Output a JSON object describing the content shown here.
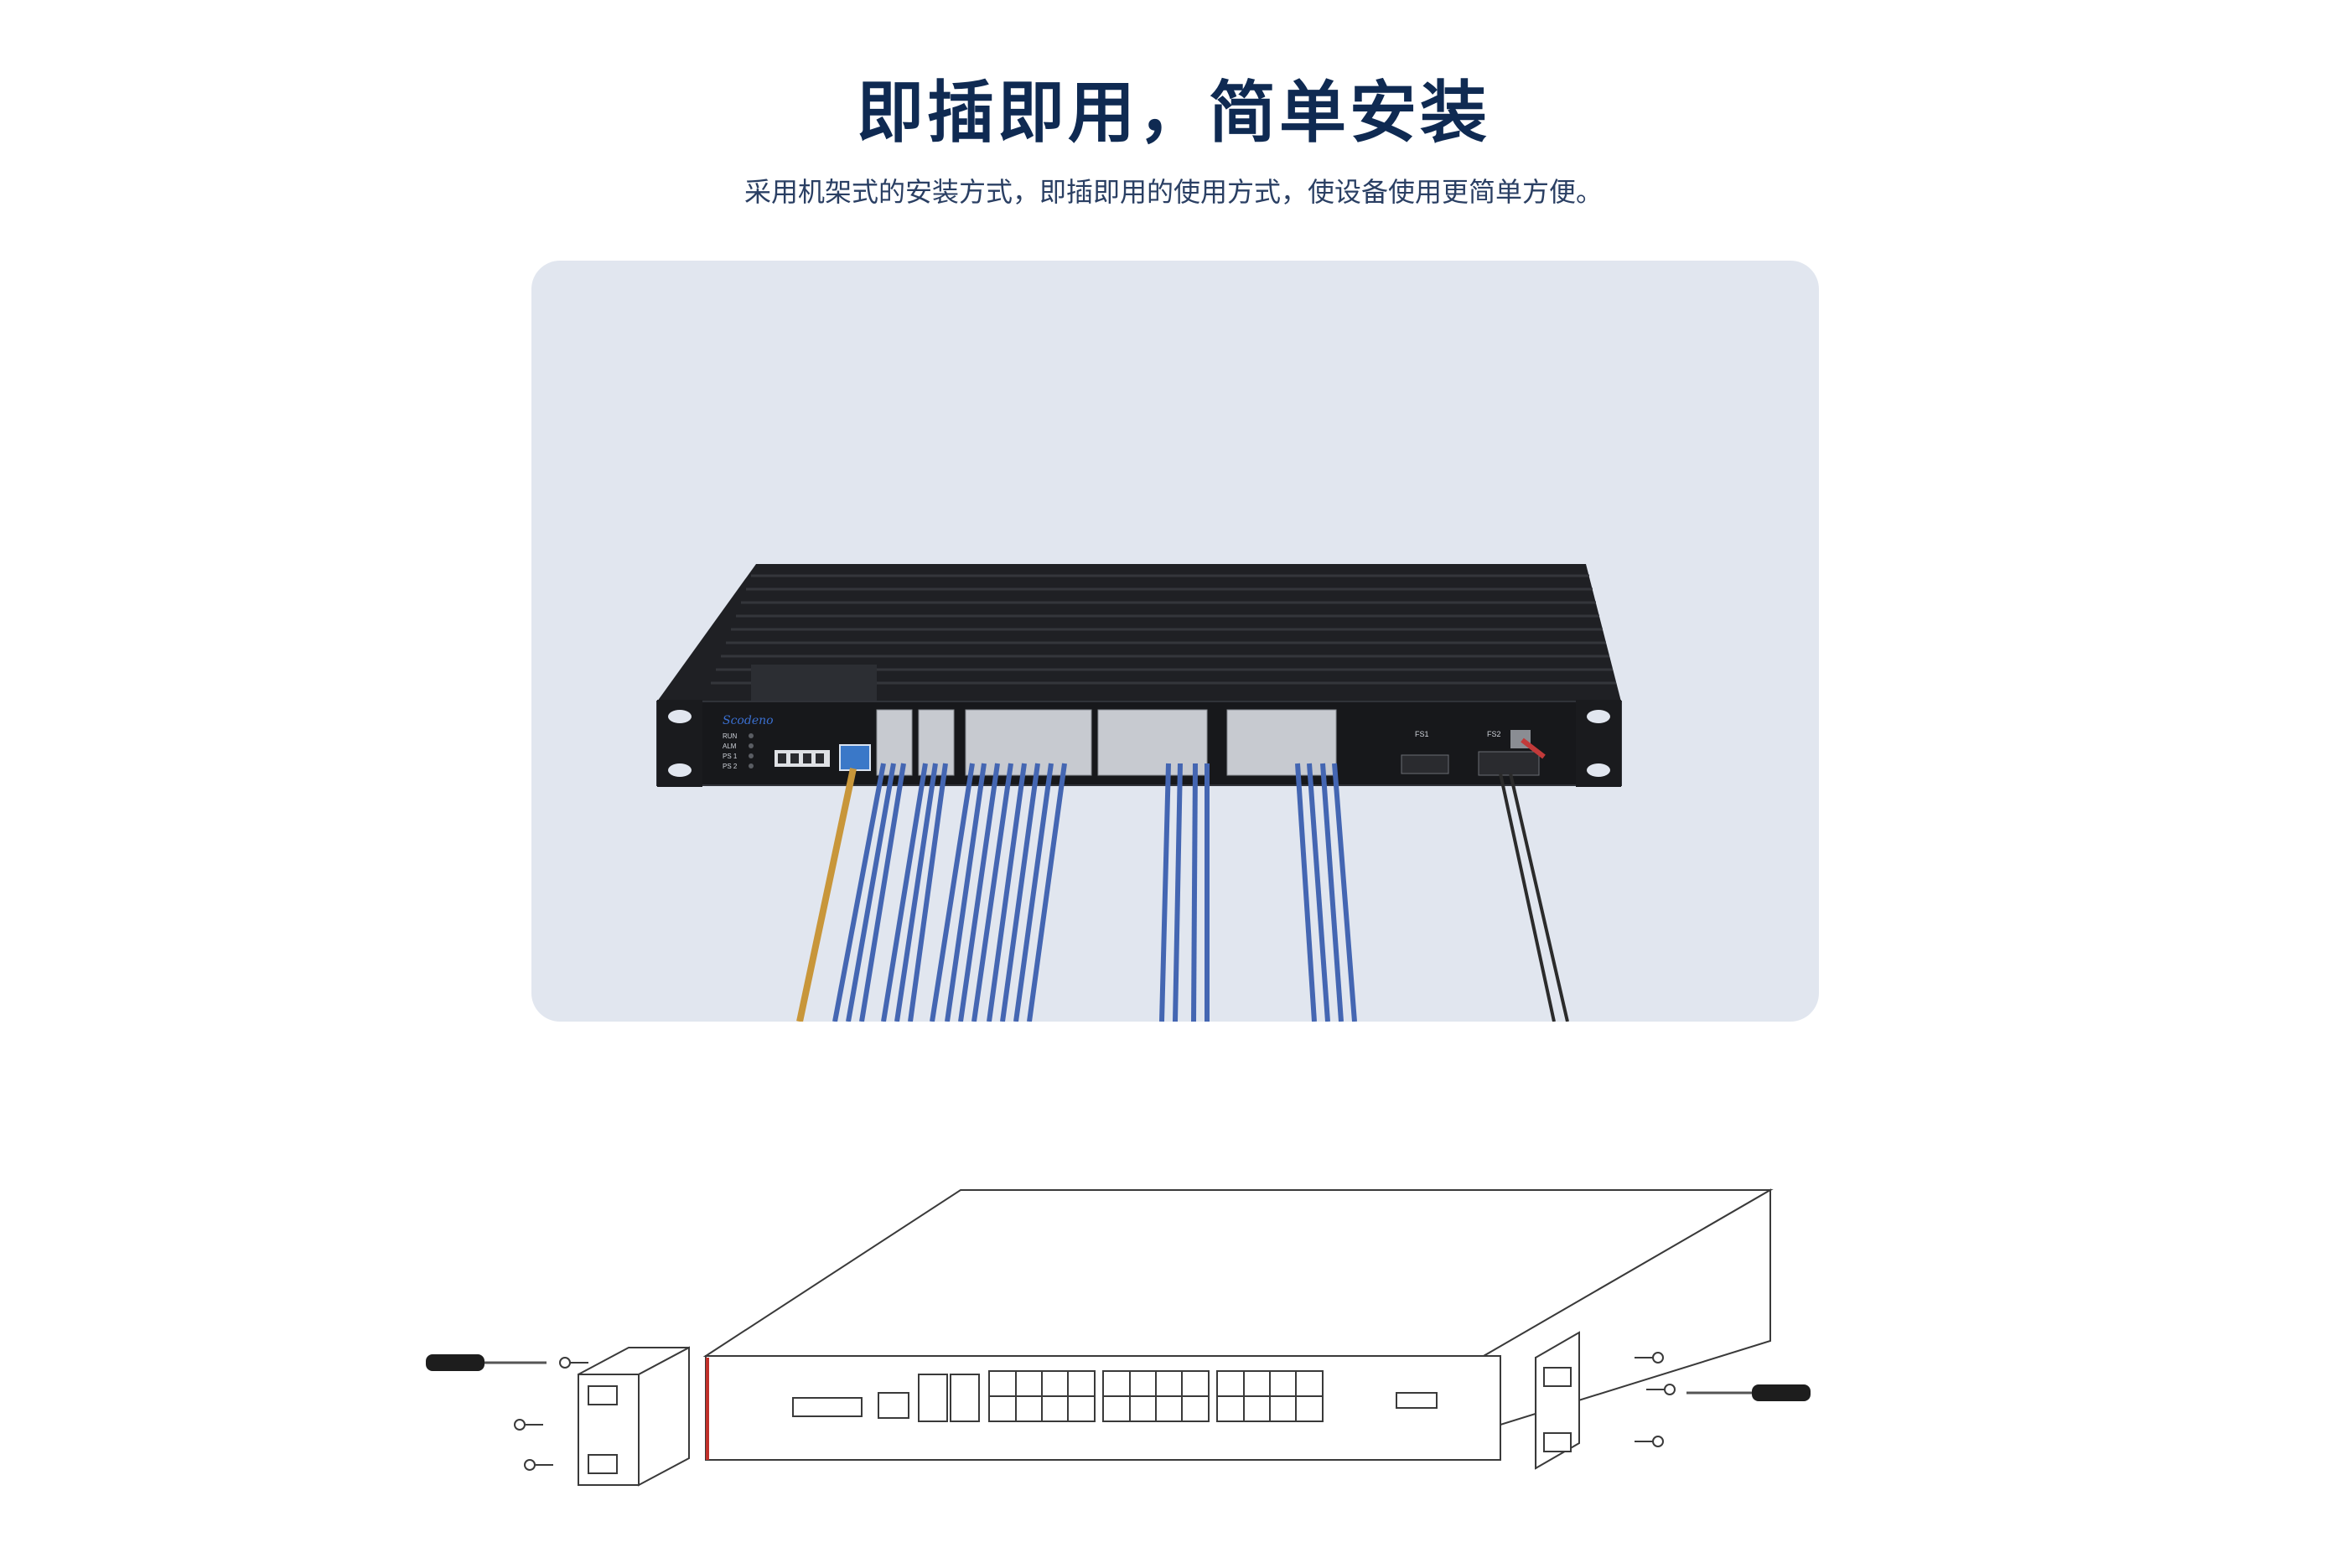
{
  "header": {
    "title": "即插即用，简单安装",
    "subtitle": "采用机架式的安装方式，即插即用的使用方式，使设备使用更简单方便。"
  },
  "device": {
    "brand": "Scodeno",
    "led_labels": [
      "RUN",
      "ALM",
      "PS 1",
      "PS 2"
    ],
    "port_group_labels": [
      "FS1",
      "FS2"
    ]
  },
  "colors": {
    "title": "#0f2a52",
    "panel_bg": "#e1e6ef",
    "chassis": "#1c1d20",
    "fiber_blue": "#4466b2",
    "fiber_orange": "#c8963a",
    "power_cable": "#2b2b2b"
  }
}
